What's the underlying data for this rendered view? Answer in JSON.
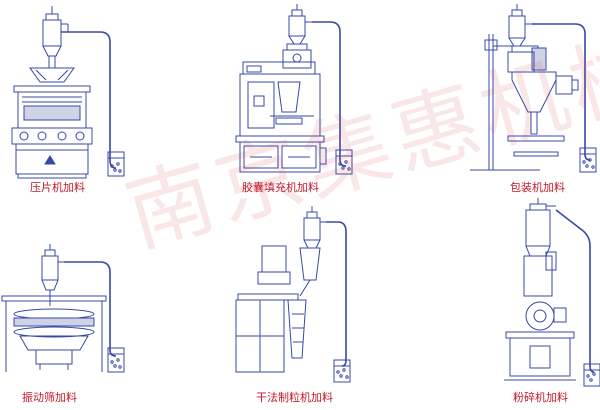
{
  "watermark": "南京集惠机械",
  "machines": [
    {
      "id": "tablet",
      "caption": "压片机加料"
    },
    {
      "id": "capsule",
      "caption": "胶囊填充机加料"
    },
    {
      "id": "packing",
      "caption": "包装机加料"
    },
    {
      "id": "sieve",
      "caption": "振动筛加料"
    },
    {
      "id": "granulator",
      "caption": "干法制粒机加料"
    },
    {
      "id": "pulverizer",
      "caption": "粉碎机加料"
    }
  ]
}
